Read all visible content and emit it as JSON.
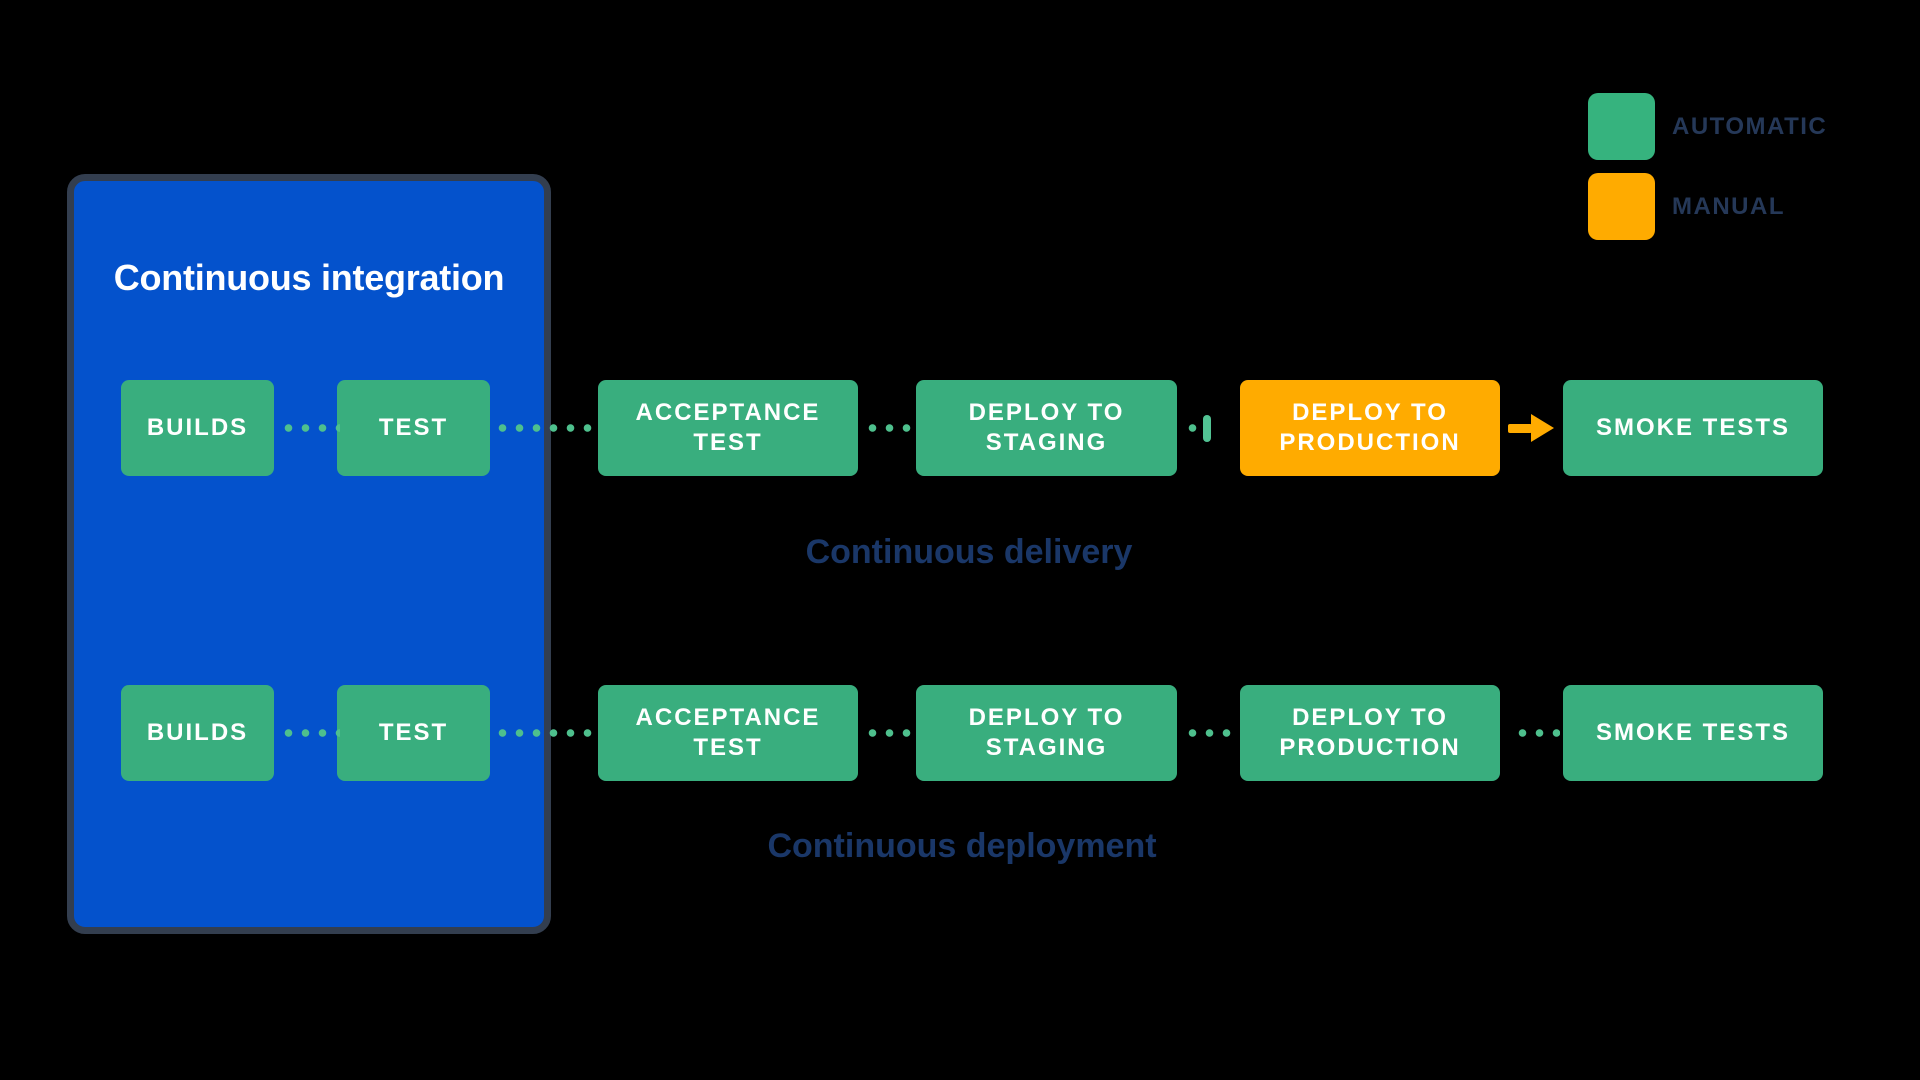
{
  "colors": {
    "background": "#000000",
    "ci_box_fill": "#0452CC",
    "ci_box_border": "#333E4F",
    "stage_automatic": "#39AE7E",
    "stage_manual": "#FFAB00",
    "connector_dot": "#4EC08D",
    "gate_bar": "#52C394",
    "arrow_orange": "#FFAB00",
    "legend_automatic": "#36B37E",
    "legend_manual": "#FFAB00",
    "legend_text": "#253858",
    "section_label_text": "#1A3768",
    "stage_text": "#FFFFFF",
    "ci_title_text": "#FFFFFF"
  },
  "legend": {
    "items": [
      {
        "label": "AUTOMATIC",
        "color": "#36B37E"
      },
      {
        "label": "MANUAL",
        "color": "#FFAB00"
      }
    ]
  },
  "ci_box": {
    "title": "Continuous integration"
  },
  "pipelines": [
    {
      "label": "Continuous delivery",
      "stages": [
        {
          "label": "BUILDS",
          "mode": "automatic"
        },
        {
          "label": "TEST",
          "mode": "automatic"
        },
        {
          "label": "ACCEPTANCE\nTEST",
          "mode": "automatic"
        },
        {
          "label": "DEPLOY TO\nSTAGING",
          "mode": "automatic"
        },
        {
          "label": "DEPLOY TO\nPRODUCTION",
          "mode": "manual"
        },
        {
          "label": "SMOKE TESTS",
          "mode": "automatic"
        }
      ],
      "connectors": [
        "dots",
        "dots",
        "dots",
        "dot-then-manual-gate",
        "orange-arrow"
      ]
    },
    {
      "label": "Continuous deployment",
      "stages": [
        {
          "label": "BUILDS",
          "mode": "automatic"
        },
        {
          "label": "TEST",
          "mode": "automatic"
        },
        {
          "label": "ACCEPTANCE\nTEST",
          "mode": "automatic"
        },
        {
          "label": "DEPLOY TO\nSTAGING",
          "mode": "automatic"
        },
        {
          "label": "DEPLOY TO\nPRODUCTION",
          "mode": "automatic"
        },
        {
          "label": "SMOKE TESTS",
          "mode": "automatic"
        }
      ],
      "connectors": [
        "dots",
        "dots",
        "dots",
        "dots",
        "dots"
      ]
    }
  ]
}
